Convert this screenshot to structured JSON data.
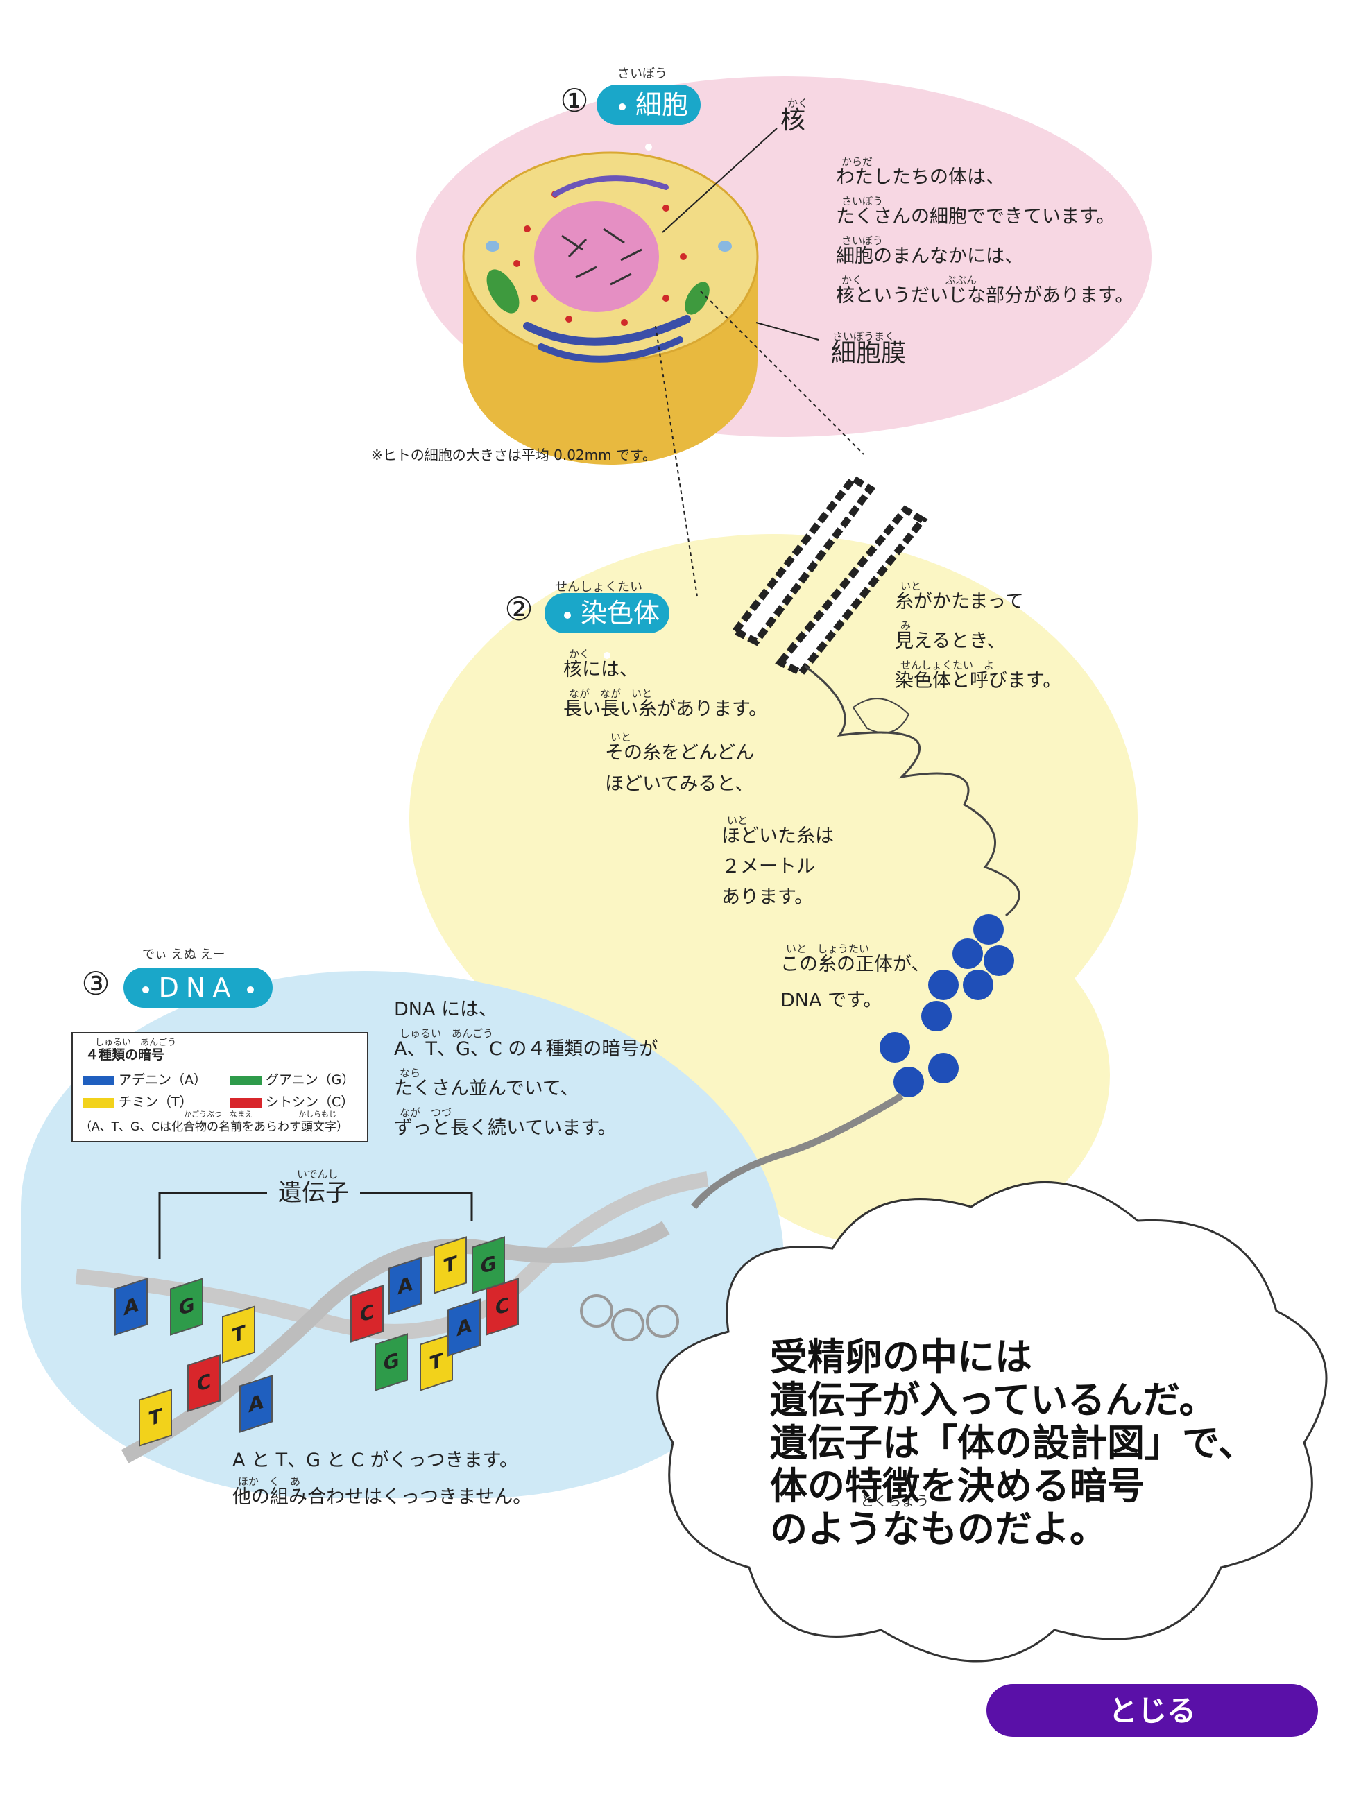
{
  "section1": {
    "number": "①",
    "ruby": "さいぼう",
    "title": "細胞",
    "nucleus_label": "核",
    "nucleus_ruby": "かく",
    "membrane_label": "細胞膜",
    "membrane_ruby": "さいぼうまく",
    "lines": [
      {
        "ruby": "からだ",
        "text": "わたしたちの体は、"
      },
      {
        "ruby": "さいぼう",
        "text": "たくさんの細胞でできています。"
      },
      {
        "ruby": "さいぼう",
        "text": "細胞のまんなかには、"
      },
      {
        "ruby": "かく　　　　　　　　ぶぶん",
        "text": "核というだいじな部分があります。"
      }
    ],
    "note": "※ヒトの細胞の大きさは平均 0.02mm です。"
  },
  "section2": {
    "number": "②",
    "ruby": "せんしょくたい",
    "title": "染色体",
    "left_lines": [
      {
        "ruby": "かく",
        "text": "核には、"
      },
      {
        "ruby": "なが　なが　いと",
        "text": "長い長い糸があります。"
      }
    ],
    "mid_lines": [
      {
        "ruby": "いと",
        "text": "その糸をどんどん"
      },
      {
        "ruby": "",
        "text": "ほどいてみると、"
      }
    ],
    "low_lines": [
      {
        "ruby": "いと",
        "text": "ほどいた糸は"
      },
      {
        "ruby": "",
        "text": "２メートル"
      },
      {
        "ruby": "",
        "text": "あります。"
      }
    ],
    "right_lines": [
      {
        "ruby": "いと",
        "text": "糸がかたまって"
      },
      {
        "ruby": "み",
        "text": "見えるとき、"
      },
      {
        "ruby": "せんしょくたい　よ",
        "text": "染色体と呼びます。"
      }
    ],
    "dna_lines": [
      {
        "ruby": "いと　しょうたい",
        "text": "この糸の正体が、"
      },
      {
        "ruby": "",
        "text": "DNA です。"
      }
    ]
  },
  "section3": {
    "number": "③",
    "ruby": "でぃ えぬ えー",
    "title": "DNA",
    "lines": [
      {
        "ruby": "",
        "text": "DNA には、"
      },
      {
        "ruby": "しゅるい　あんごう",
        "text": "A、T、G、C の４種類の暗号が"
      },
      {
        "ruby": "なら",
        "text": "たくさん並んでいて、"
      },
      {
        "ruby": "なが　つづ",
        "text": "ずっと長く続いています。"
      }
    ],
    "legend": {
      "ruby": "しゅるい　あんごう",
      "title": "４種類の暗号",
      "items": [
        {
          "label": "アデニン（A）",
          "color": "#1f5fbf"
        },
        {
          "label": "グアニン（G）",
          "color": "#2e9b4a"
        },
        {
          "label": "チミン（T）",
          "color": "#f2d21b"
        },
        {
          "label": "シトシン（C）",
          "color": "#d8262b"
        }
      ],
      "note_ruby": "かごうぶつ　なまえ　　　　　　かしらもじ",
      "note": "（A、T、G、Cは化合物の名前をあらわす頭文字）"
    },
    "gene_ruby": "いでんし",
    "gene_label": "遺伝子",
    "pair_lines": [
      {
        "ruby": "",
        "text": "A と T、G と C がくっつきます。"
      },
      {
        "ruby": "ほか　く　あ",
        "text": "他の組み合わせはくっつきません。"
      }
    ],
    "bases": [
      "A",
      "G",
      "T",
      "C",
      "T",
      "A",
      "C",
      "G",
      "A",
      "T",
      "G",
      "C",
      "T",
      "A"
    ]
  },
  "bubble": {
    "lines": [
      "受精卵の中には",
      "遺伝子が入っているんだ。",
      "遺伝子は「体の設計図」で、",
      "体の特徴を決める暗号",
      "のようなものだよ。"
    ],
    "ruby": "とくちょう"
  },
  "close_button": "とじる",
  "colors": {
    "pink": "#f7d7e3",
    "yellow": "#fbf6c4",
    "blue": "#cfe9f6",
    "pill": "#1aa7c9",
    "button": "#5a10a8"
  }
}
